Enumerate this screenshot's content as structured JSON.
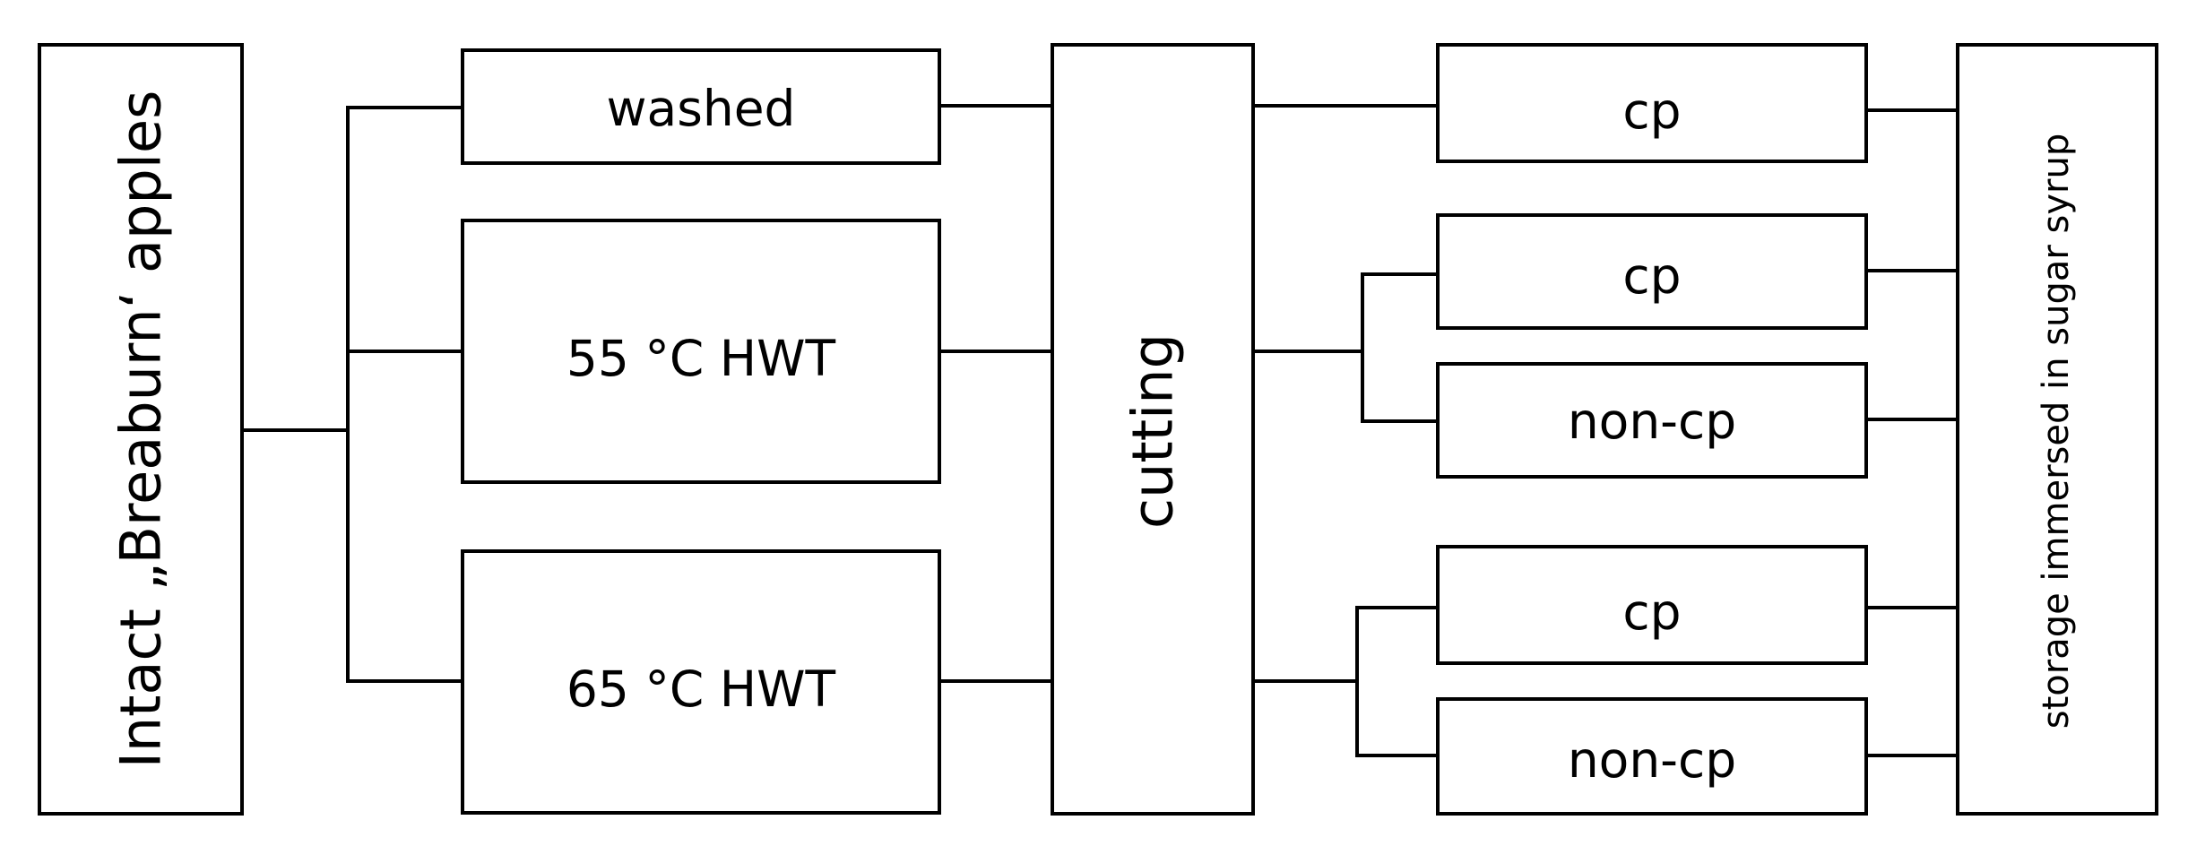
{
  "diagram": {
    "source": "Intact „Breaburn‘ apples",
    "treatments": {
      "washed": "washed",
      "hwt55": "55 °C HWT",
      "hwt65": "65 °C HWT"
    },
    "process": "cutting",
    "outcomes": {
      "washed_cp": "cp",
      "hwt55_cp": "cp",
      "hwt55_noncp": "non-cp",
      "hwt65_cp": "cp",
      "hwt65_noncp": "non-cp"
    },
    "storage": "storage immersed in sugar syrup"
  }
}
